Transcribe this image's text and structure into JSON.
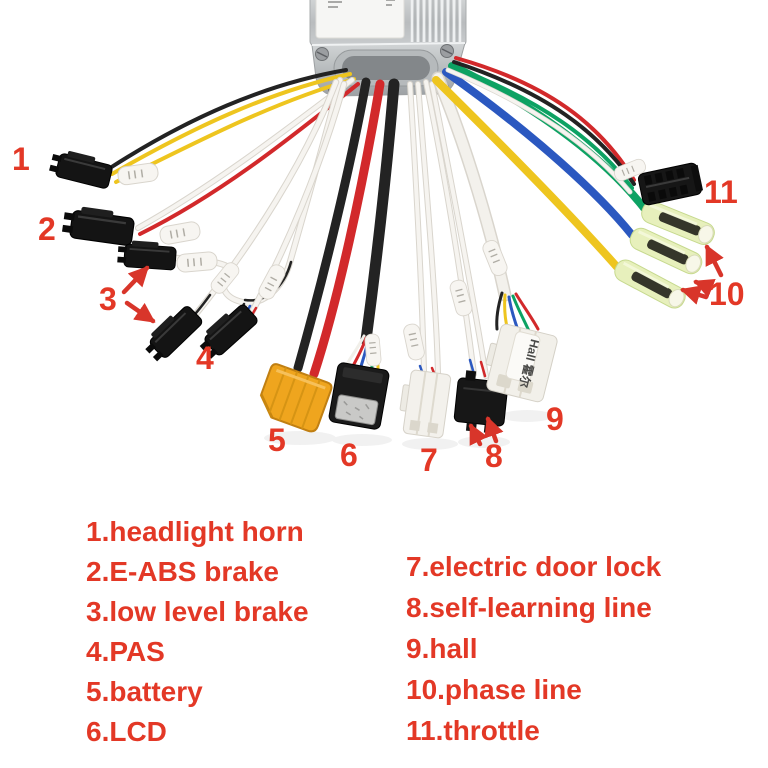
{
  "photo": {
    "callouts": {
      "numbers": [
        "1",
        "2",
        "3",
        "4",
        "5",
        "6",
        "7",
        "8",
        "9",
        "10",
        "11"
      ]
    },
    "connector_labels": {
      "hall": "Hall 霍尔"
    },
    "colors": {
      "accent_red": "#e33826",
      "wire_yellow": "#eec51f",
      "wire_red": "#d2292b",
      "wire_blue": "#2b58c0",
      "wire_green": "#0da263",
      "wire_black": "#232323",
      "wire_white": "#f4f2ee",
      "xt60_yellow": "#efa51e",
      "bullet_sleeve_green": "#e7f0bc",
      "controller_silver": "#c6c9cb",
      "background": "#ffffff"
    }
  },
  "legend": {
    "left_column": [
      "1.headlight horn",
      "2.E-ABS brake",
      "3.low level brake",
      "4.PAS",
      "5.battery",
      "6.LCD"
    ],
    "right_column": [
      "7.electric door lock",
      "8.self-learning line",
      "9.hall",
      "10.phase line",
      "11.throttle"
    ]
  }
}
